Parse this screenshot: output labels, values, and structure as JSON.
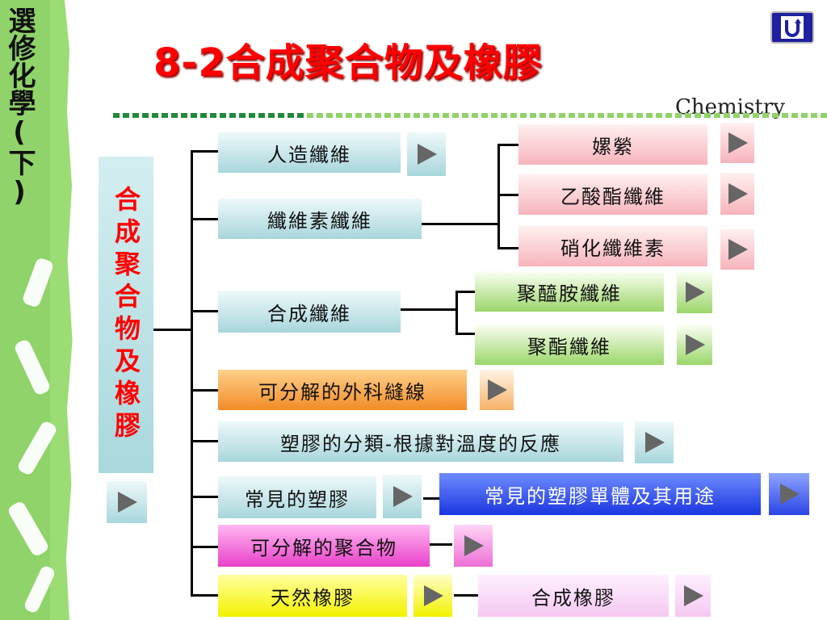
{
  "sidebar": {
    "title": "選修化學(下)"
  },
  "header": {
    "title": "8-2合成聚合物及橡膠",
    "subject": "Chemistry"
  },
  "root": {
    "label": "合成聚合物及橡膠"
  },
  "nodes": {
    "artificial_fiber": "人造纖維",
    "cellulose_fiber": "纖維素纖維",
    "synthetic_fiber": "合成纖維",
    "sutures": "可分解的外科縫線",
    "plastic_classification": "塑膠的分類-根據對溫度的反應",
    "common_plastics": "常見的塑膠",
    "degradable_polymer": "可分解的聚合物",
    "natural_rubber": "天然橡膠",
    "rayon": "嫘縈",
    "acetate": "乙酸酯纖維",
    "nitrocellulose": "硝化纖維素",
    "polyamide": "聚醯胺纖維",
    "polyester": "聚酯纖維",
    "monomers": "常見的塑膠單體及其用途",
    "synthetic_rubber": "合成橡膠"
  },
  "colors": {
    "title_red": "#ff0000",
    "sidebar_green": "#8fd36a",
    "teal": "#a8d6dc",
    "pink": "#f6b4bc",
    "green": "#9bd66a",
    "orange": "#f28c28",
    "blue": "#1a36e0",
    "magenta": "#e940c9",
    "yellow": "#f2f200",
    "lavender": "#f5c8f2"
  },
  "icons": {
    "play": "play-triangle-icon",
    "return": "u-turn-return-icon"
  }
}
